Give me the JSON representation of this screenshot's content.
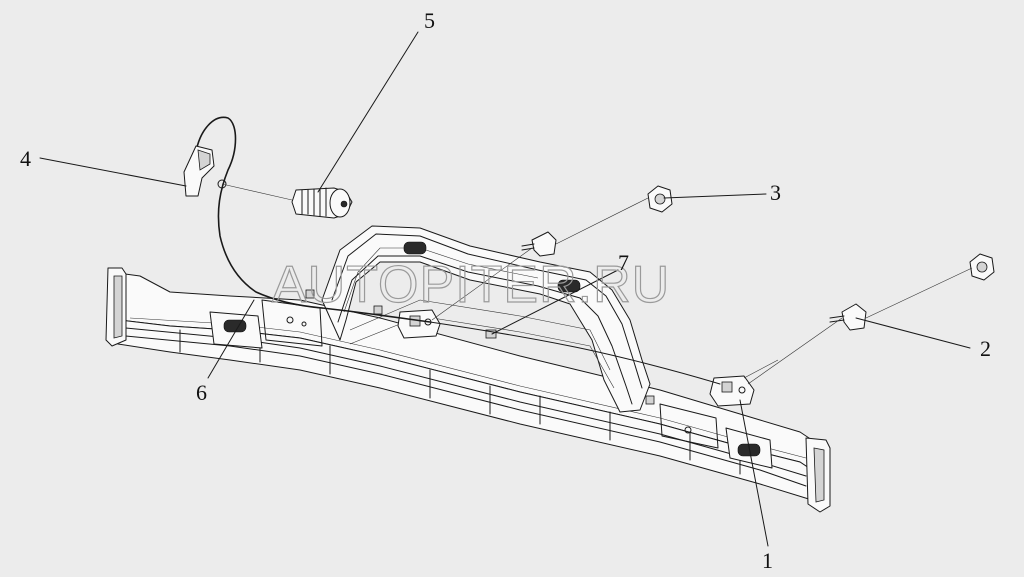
{
  "callouts": {
    "c1": "1",
    "c2": "2",
    "c3": "3",
    "c4": "4",
    "c5": "5",
    "c6": "6",
    "c7": "7"
  },
  "watermark": "AUTOPITER.RU",
  "colors": {
    "background": "#ececec",
    "line": "#1a1a1a",
    "watermark": "#9a9a9a"
  }
}
